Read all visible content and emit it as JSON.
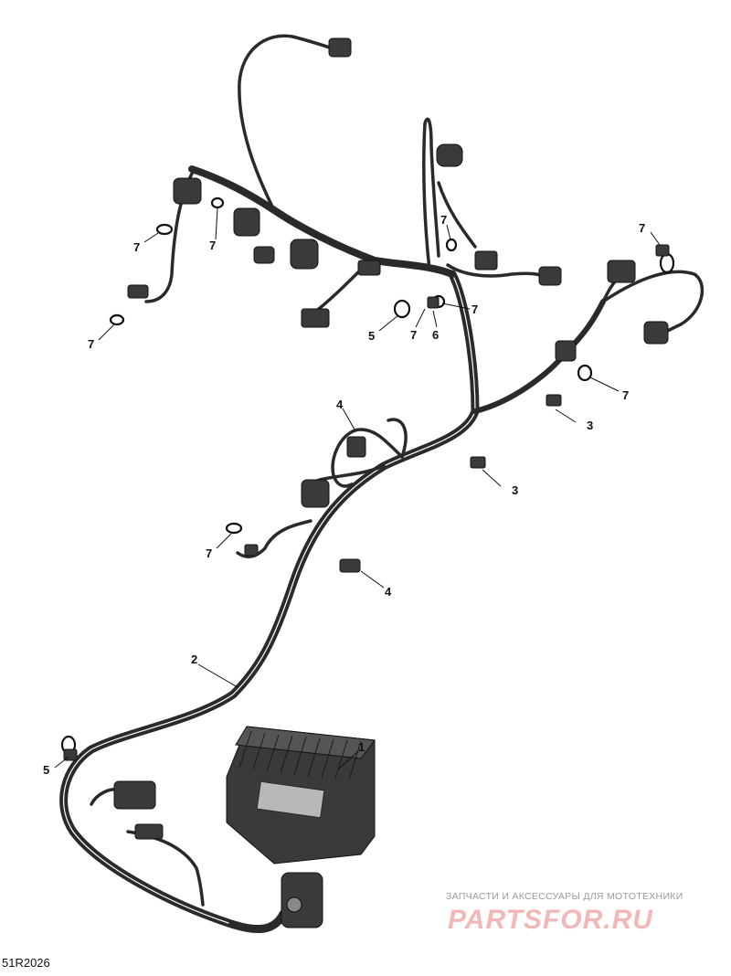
{
  "diagram": {
    "drawing_code": "51R2026",
    "callouts": {
      "ecm": "1",
      "main_harness": "2",
      "clip_right_upper": "3",
      "clip_right_lower": "3",
      "connector_middle": "4",
      "connector_lower": "4",
      "tie_left": "5",
      "tie_center": "5",
      "tie_right": "7",
      "clip_center": "6",
      "tie_top_left_a": "7",
      "tie_top_left_b": "7",
      "tie_left_lower": "7",
      "tie_top_center": "7",
      "tie_center_b": "7",
      "tie_center_c": "7",
      "tie_middle_left": "7"
    }
  },
  "watermark": {
    "caption": "ЗАПЧАСТИ И АКСЕССУАРЫ ДЛЯ МОТОТЕХНИКИ",
    "brand": "PARTSFOR.RU"
  }
}
